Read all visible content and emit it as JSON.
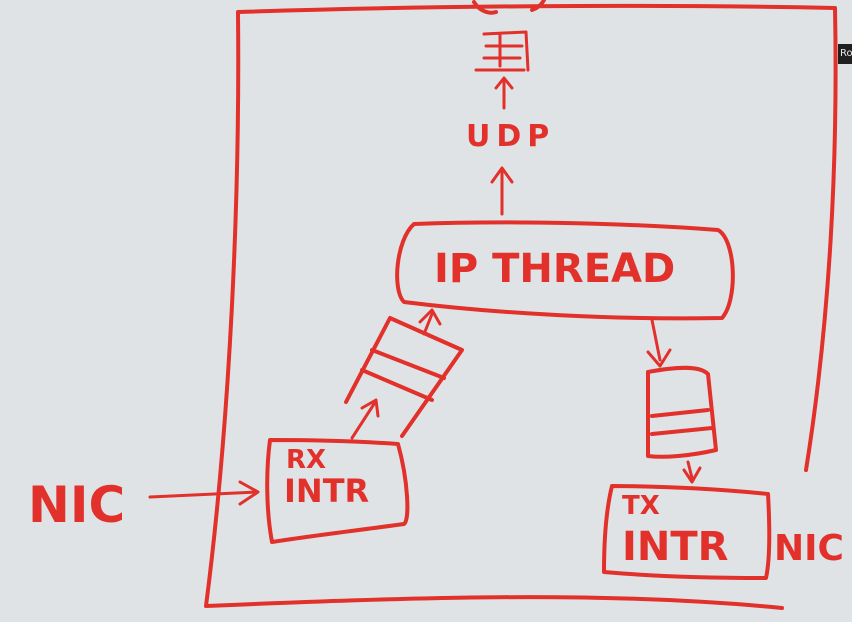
{
  "whiteboard": {
    "ink_color": "#e2302b",
    "board_color": "#dfe3e6"
  },
  "labels": {
    "udp": "UDP",
    "ip_thread": "IP THREAD",
    "rx_line1": "RX",
    "rx_line2": "INTR",
    "tx_line1": "TX",
    "tx_line2": "INTR",
    "nic_left": "NIC",
    "nic_right": "NIC"
  },
  "corner_tab": {
    "text": "Ro"
  }
}
